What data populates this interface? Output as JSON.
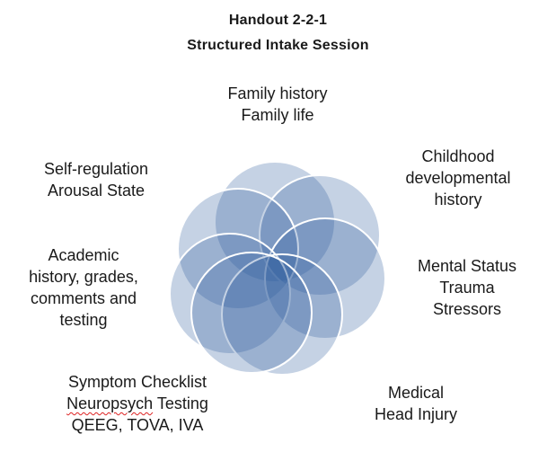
{
  "title": {
    "line1": "Handout  2-2-1",
    "line2": "Structured  Intake Session"
  },
  "labels": {
    "family": [
      "Family history",
      "Family life"
    ],
    "childhood": [
      "Childhood",
      "developmental",
      "history"
    ],
    "self_regulation": [
      "Self-regulation",
      "Arousal State"
    ],
    "mental_status": [
      "Mental Status",
      "Trauma",
      "Stressors"
    ],
    "academic": [
      "Academic",
      "history, grades,",
      "comments and",
      "testing"
    ],
    "symptom": {
      "line1": "Symptom Checklist",
      "line2_word": "Neuropsych",
      "line2_rest": " Testing",
      "line3": "QEEG, TOVA, IVA"
    },
    "medical": [
      "Medical",
      "Head Injury"
    ]
  },
  "colors": {
    "circle_fill": "#2f5f9f",
    "circle_stroke": "#ffffff"
  }
}
